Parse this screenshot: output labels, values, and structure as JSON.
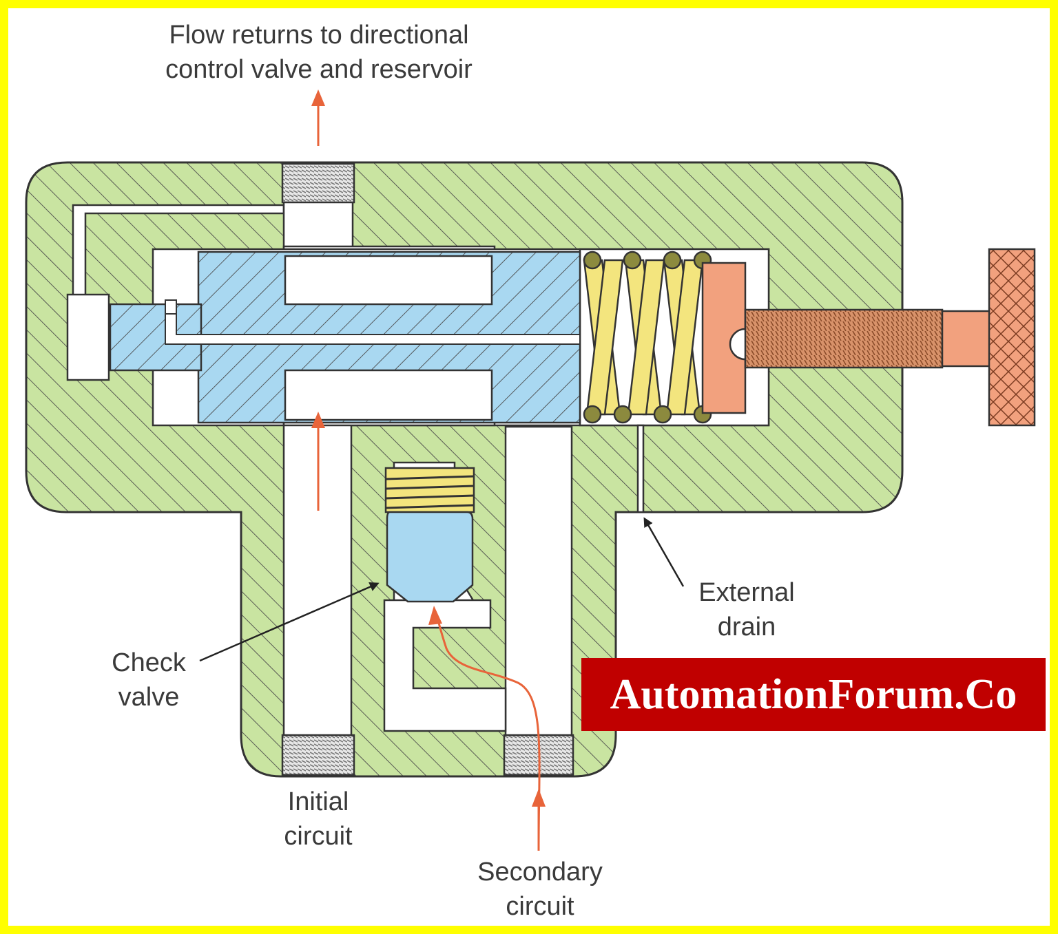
{
  "labels": {
    "flow_return": [
      "Flow returns to directional",
      "control valve and reservoir"
    ],
    "external_drain": [
      "External",
      "drain"
    ],
    "check_valve": [
      "Check",
      "valve"
    ],
    "initial_circuit": [
      "Initial",
      "circuit"
    ],
    "secondary_circuit": [
      "Secondary",
      "circuit"
    ]
  },
  "watermark": "AutomationForum.Co",
  "colors": {
    "frame": "#ffff00",
    "body": "#c9e4a1",
    "spool": "#a9d8f1",
    "spring": "#f3e57e",
    "adjuster": "#f2a17e",
    "flow_arrow": "#e8643a",
    "banner": "#c00000"
  }
}
